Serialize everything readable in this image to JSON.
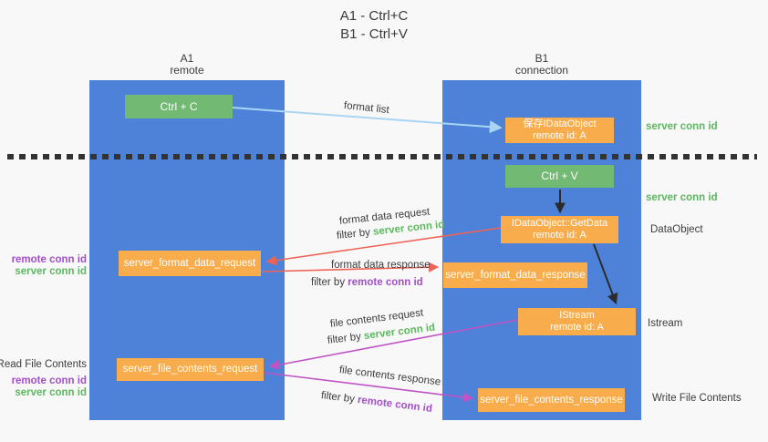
{
  "title": {
    "line1": "A1 - Ctrl+C",
    "line2": "B1 - Ctrl+V"
  },
  "lanes": {
    "a1": {
      "name": "A1",
      "role": "remote"
    },
    "b1": {
      "name": "B1",
      "role": "connection"
    }
  },
  "nodes": {
    "ctrl_c": {
      "label": "Ctrl + C"
    },
    "save_idataobject": {
      "line1": "保存IDataObject",
      "line2": "remote id: A"
    },
    "ctrl_v": {
      "label": "Ctrl + V"
    },
    "getdata": {
      "line1": "IDataObject::GetData",
      "line2": "remote id: A"
    },
    "format_request": {
      "label": "server_format_data_request"
    },
    "format_response": {
      "label": "server_format_data_response"
    },
    "istream": {
      "line1": "IStream",
      "line2": "remote id: A"
    },
    "file_request": {
      "label": "server_file_contents_request"
    },
    "file_response": {
      "label": "server_file_contents_response"
    }
  },
  "edge_labels": {
    "format_list": "format list",
    "format_data_request": "format data request",
    "format_data_response": "format data response",
    "file_contents_request": "file contents request",
    "file_contents_response": "file contents response",
    "filter_by": "filter by",
    "server_conn_id": "server conn id",
    "remote_conn_id": "remote conn id"
  },
  "side_labels": {
    "server_conn_id": "server conn id",
    "remote_conn_id": "remote conn id",
    "dataobject": "DataObject",
    "istream": "Istream",
    "read_file_contents": "Read File Contents",
    "write_file_contents": "Write File Contents"
  },
  "colors": {
    "lane_blue": "#4d82d8",
    "node_green": "#72b973",
    "node_orange": "#f8ac4b",
    "conn_id_green": "#5cb85f",
    "conn_id_purple": "#a24fc8",
    "arrow_red": "#ee6356",
    "arrow_magenta": "#c054c4",
    "arrow_lightblue": "#a9d5f2",
    "arrow_black": "#2b2b2b",
    "separator_black": "#333333"
  }
}
